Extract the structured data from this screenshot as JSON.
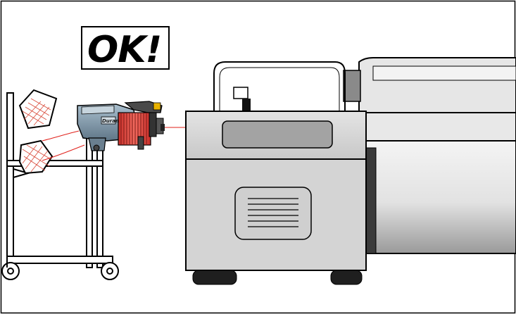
{
  "status_banner": {
    "text": "OK!"
  },
  "tool_brand_label": "Duramax",
  "colors": {
    "frame": "#000000",
    "machine_body": "#d6d6d6",
    "machine_dark": "#3a3a3a",
    "tube_body": "#e6e6e6",
    "tool_body": "#7f97a8",
    "tool_coil": "#e8403a",
    "laser": "#e0201a",
    "cart": "#ffffff"
  },
  "icons": [
    "status-ok-banner",
    "rolling-cart",
    "nut-runner-tool",
    "torque-machine",
    "air-tube"
  ]
}
